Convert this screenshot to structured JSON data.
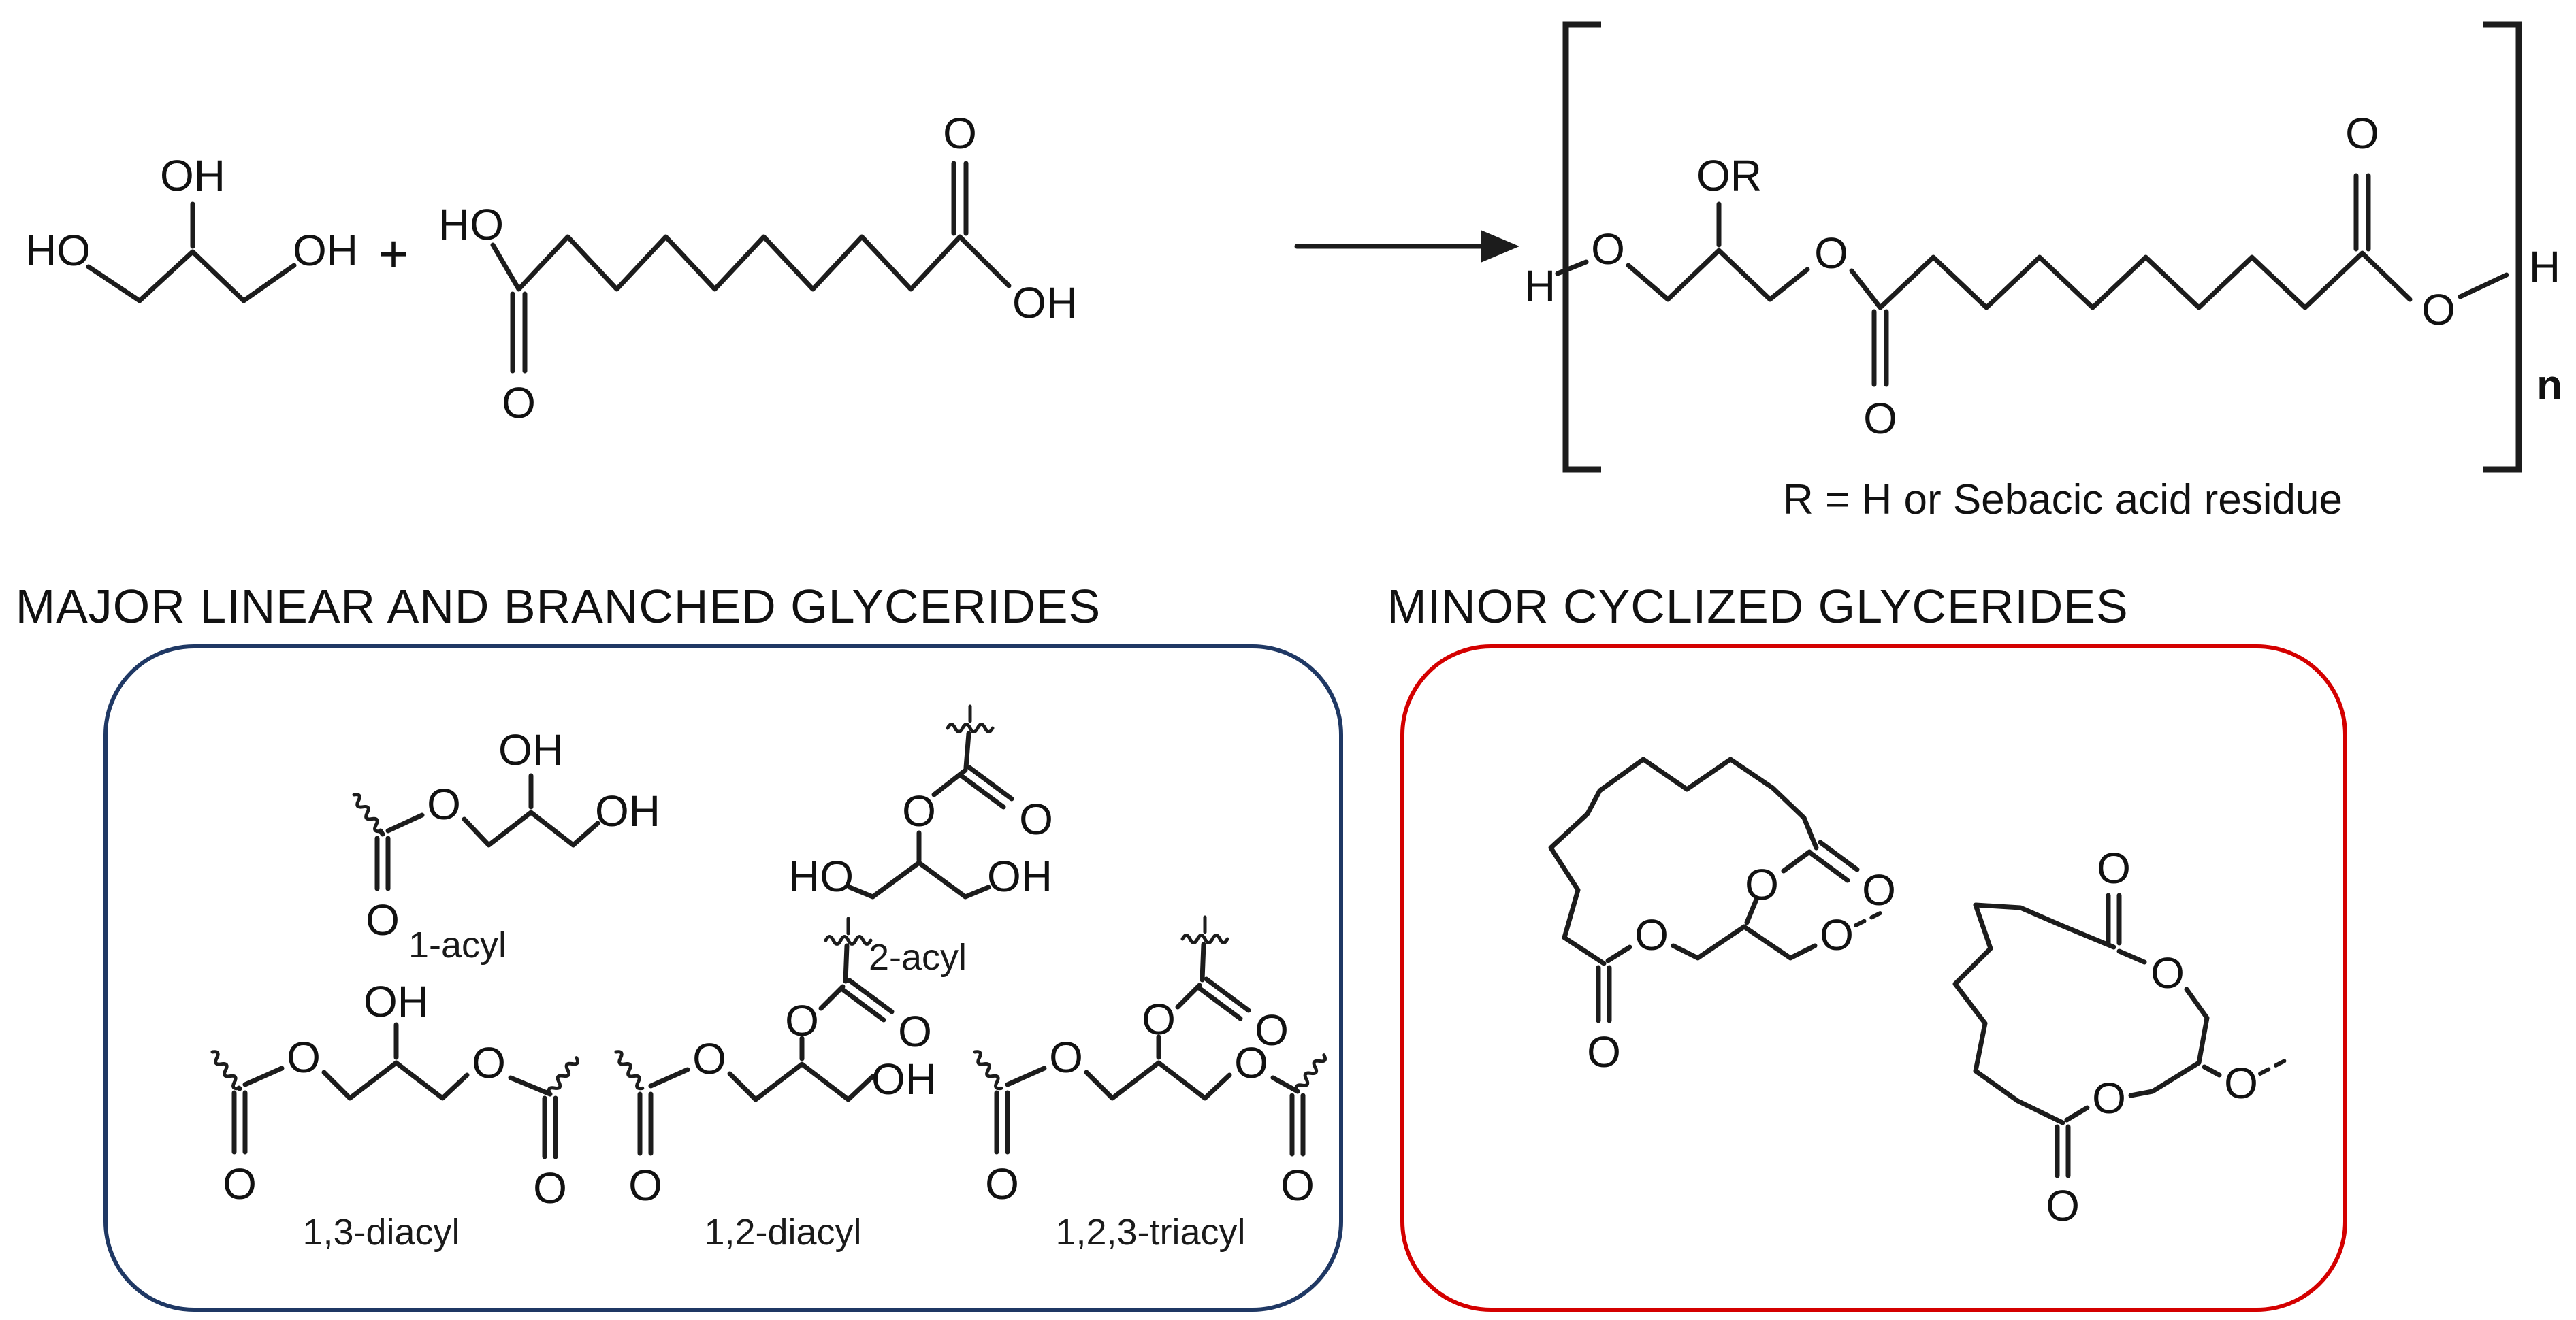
{
  "reaction": {
    "glycerol": {
      "ho": "HO",
      "oh_top": "OH",
      "oh_right": "OH"
    },
    "plus": "+",
    "sebacic_acid": {
      "ho": "HO",
      "o_carbonyl_left": "O",
      "o_carbonyl_right": "O",
      "oh": "OH"
    },
    "product": {
      "h_left": "H",
      "o_left": "O",
      "or_top": "OR",
      "o_ester": "O",
      "o_carbonyl_down": "O",
      "o_carbonyl_up": "O",
      "o_right": "O",
      "h_right": "H",
      "subscript_n": "n",
      "r_definition": "R = H or Sebacic acid residue"
    }
  },
  "major_box": {
    "title": "MAJOR LINEAR AND BRANCHED GLYCERIDES",
    "border_color": "#1f3864",
    "structures": {
      "acyl1": {
        "label": "1-acyl",
        "o_carbonyl": "O",
        "o_ester": "O",
        "oh_top": "OH",
        "oh_right": "OH"
      },
      "acyl2": {
        "label": "2-acyl",
        "o_ester": "O",
        "o_carbonyl": "O",
        "ho_left": "HO",
        "oh_right": "OH"
      },
      "diacyl13": {
        "label": "1,3-diacyl",
        "o_carbonyl_left": "O",
        "o_ester_left": "O",
        "oh_top": "OH",
        "o_ester_right": "O",
        "o_carbonyl_right": "O"
      },
      "diacyl12": {
        "label": "1,2-diacyl",
        "o_carbonyl_left": "O",
        "o_ester_left": "O",
        "o_ester_2": "O",
        "o_carbonyl_2": "O",
        "oh_right": "OH"
      },
      "triacyl": {
        "label": "1,2,3-triacyl",
        "o_carbonyl_left": "O",
        "o_ester_left": "O",
        "o_ester_2": "O",
        "o_carbonyl_2": "O",
        "o_ester_right": "O",
        "o_carbonyl_right": "O"
      }
    }
  },
  "minor_box": {
    "title": "MINOR CYCLIZED GLYCERIDES",
    "border_color": "#d40000",
    "structures": {
      "cyclic_12": {
        "o_carbonyl_2": "O",
        "o_ester_2": "O",
        "o_ester_1": "O",
        "o_carbonyl_1": "O",
        "o_pendant": "O"
      },
      "cyclic_13": {
        "o_carbonyl_top": "O",
        "o_ester_top": "O",
        "o_pendant": "O",
        "o_ester_bottom": "O",
        "o_carbonyl_bottom": "O"
      }
    }
  },
  "colors": {
    "bond": "#1c1c1c",
    "background": "#ffffff"
  }
}
